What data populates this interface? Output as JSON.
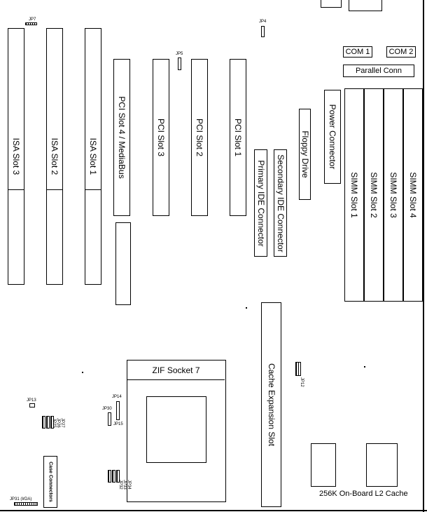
{
  "isa_slots": [
    "ISA Slot 3",
    "ISA Slot 2",
    "ISA Slot 1"
  ],
  "pci_slots": [
    "PCI Slot 4 / MediaBus",
    "PCI Slot 3",
    "PCI Slot 2",
    "PCI Slot 1"
  ],
  "ide": {
    "primary": "Primary IDE Connector",
    "secondary": "Secondary IDE Connector"
  },
  "floppy": "Floppy Drive",
  "power": "Power Connector",
  "simm_slots": [
    "SIMM Slot 1",
    "SIMM Slot 2",
    "SIMM Slot 3",
    "SIMM Slot 4"
  ],
  "com": [
    "COM 1",
    "COM 2"
  ],
  "parallel": "Parallel Conn",
  "cpu_socket": "ZIF Socket 7",
  "cache_slot": "Cache Expansion Slot",
  "l2_cache": "256K On-Board L2 Cache",
  "case_connectors": "Case Connectors",
  "jumpers": {
    "jp7": "JP7",
    "jp4": "JP4",
    "jp5": "JP5",
    "jp13": "JP13",
    "jp14": "JP14",
    "jp30": "JP30",
    "jp15": "JP15",
    "jp12": "JP12",
    "jp31": "JP31 (IrDA)",
    "left_group": [
      "JP25",
      "JP26",
      "JP27"
    ],
    "bottom_group": [
      "JP32",
      "JP33",
      "JP34"
    ]
  }
}
